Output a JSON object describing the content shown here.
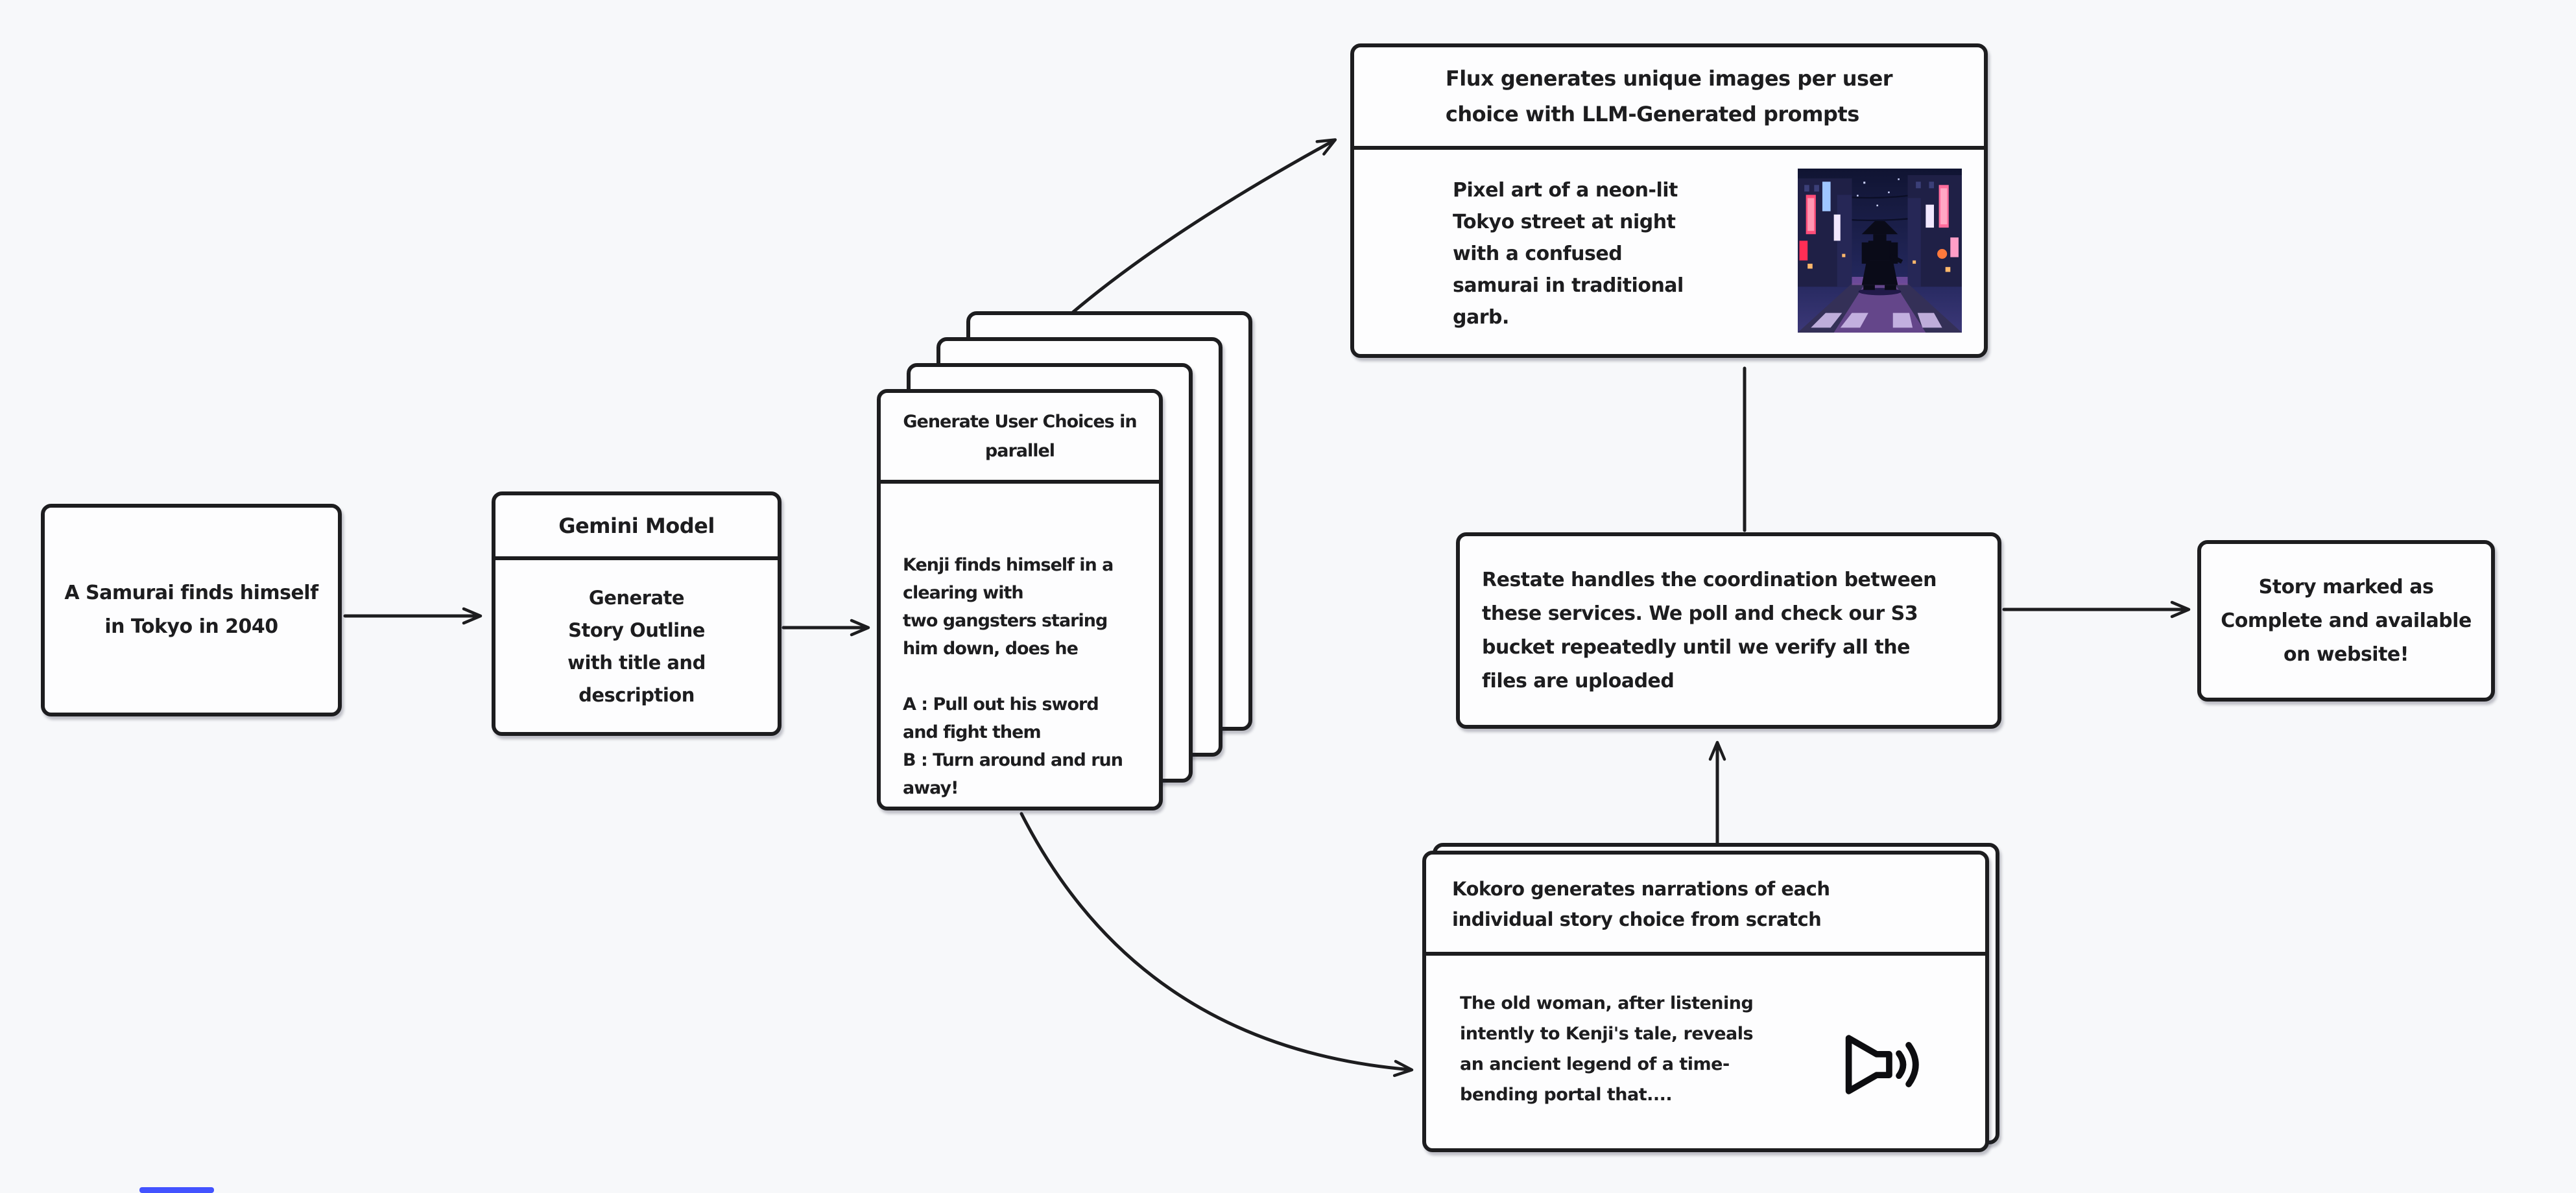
{
  "canvas": {
    "background": "#f7f8fa",
    "stroke_color": "#1d1d1f",
    "box_fill": "#fdfdfe",
    "artifact_color": "#4353ff"
  },
  "nodes": {
    "prompt": {
      "text": "A Samurai finds himself\nin Tokyo in 2040"
    },
    "gemini": {
      "title": "Gemini Model",
      "body": "Generate\nStory Outline\nwith title and\ndescription"
    },
    "choices": {
      "title": "Generate User Choices in\nparallel",
      "body": "Kenji finds himself in a\nclearing with\ntwo gangsters staring\nhim down, does he\n\nA : Pull out his sword\nand fight them\nB : Turn around and run\naway!",
      "stack_count": 4
    },
    "flux": {
      "title": "Flux generates unique images per user\nchoice with LLM-Generated prompts",
      "body": "Pixel art of a neon-lit\nTokyo street at night\nwith a confused\nsamurai in traditional\ngarb.",
      "image": {
        "alt": "pixel art of a confused samurai standing in a neon-lit Tokyo street at night",
        "palette": {
          "sky": "#141a3c",
          "buildings": "#1f2046",
          "neon_pink": "#ff5d8f",
          "neon_red": "#ff2e55",
          "neon_blue": "#9fc6ff",
          "neon_white": "#f2e8ff",
          "lantern": "#ff9b42",
          "street": "#343057",
          "glow": "#6d4a93",
          "crosswalk": "#cdbbe9"
        }
      }
    },
    "kokoro": {
      "title": "Kokoro generates narrations of each\nindividual story choice from scratch",
      "body": "The old woman, after listening\nintently to Kenji's tale, reveals\nan ancient legend of a time-\nbending portal that....",
      "icon": "speaker-volume-icon"
    },
    "restate": {
      "body": "Restate handles the coordination between\nthese services. We poll and check our S3\nbucket repeatedly until we verify all the\nfiles are uploaded"
    },
    "story": {
      "body": "Story marked as\nComplete and available\non website!"
    }
  }
}
